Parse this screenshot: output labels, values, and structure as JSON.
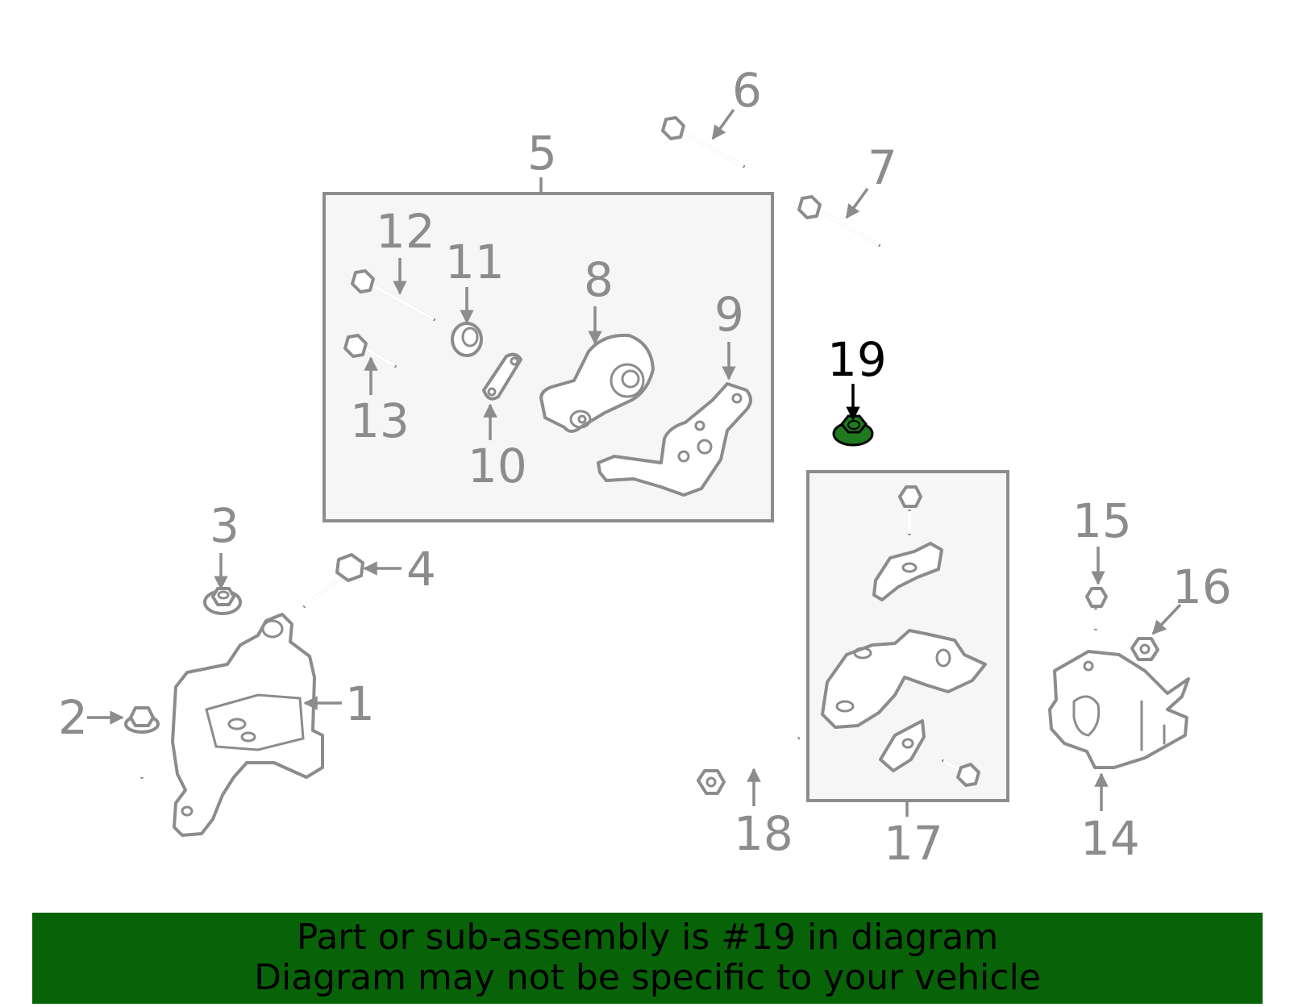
{
  "colors": {
    "highlight": "#1f7a1f",
    "banner": "#086308",
    "part_stroke": "#8c8c8c"
  },
  "callouts": {
    "n1": "1",
    "n2": "2",
    "n3": "3",
    "n4": "4",
    "n5": "5",
    "n6": "6",
    "n7": "7",
    "n8": "8",
    "n9": "9",
    "n10": "10",
    "n11": "11",
    "n12": "12",
    "n13": "13",
    "n14": "14",
    "n15": "15",
    "n16": "16",
    "n17": "17",
    "n18": "18",
    "n19": "19"
  },
  "highlighted_part": "19",
  "banner": {
    "line1": "Part or sub-assembly is #19 in diagram",
    "line2": "Diagram may not be specific to your vehicle"
  }
}
